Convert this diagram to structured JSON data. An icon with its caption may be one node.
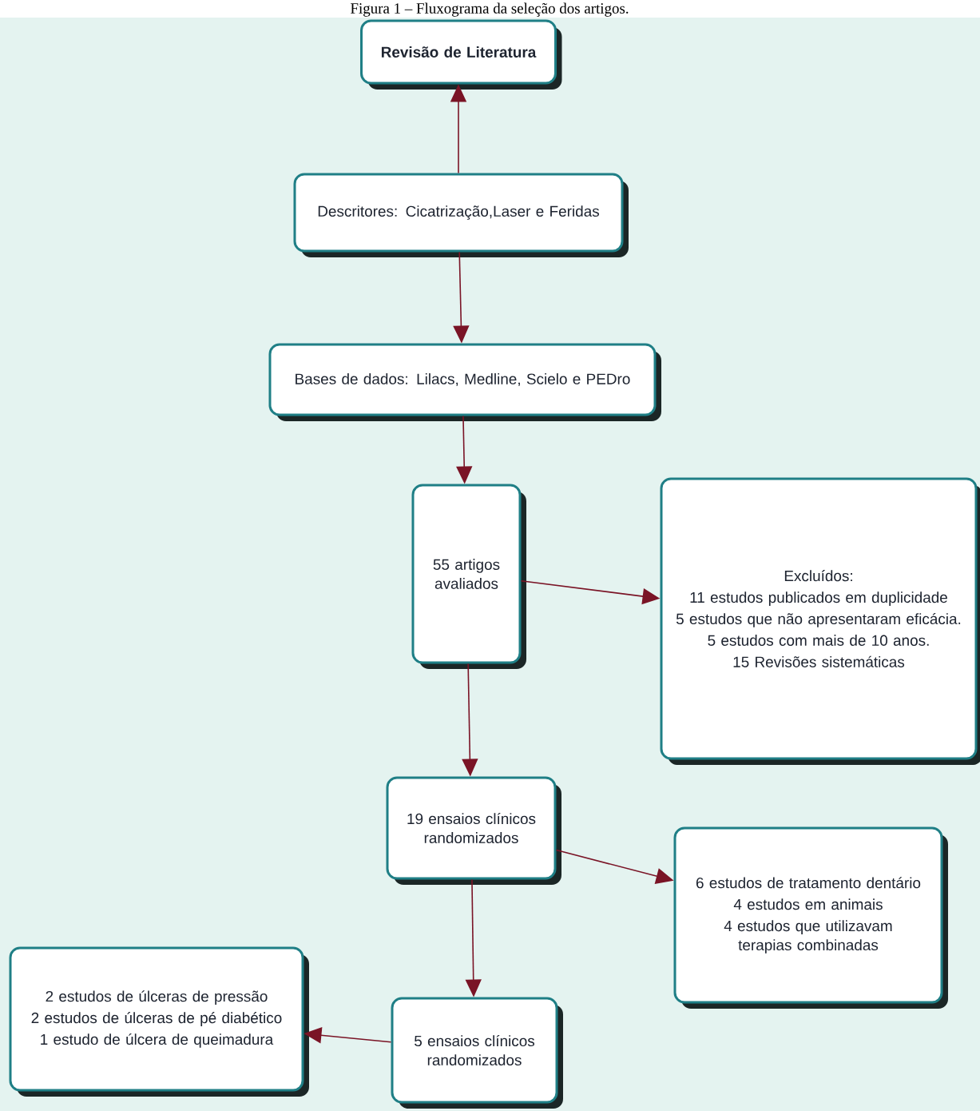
{
  "diagram": {
    "title": "Figura 1 – Fluxograma da seleção dos artigos.",
    "nodes": [
      {
        "text": [
          "Revisão de Literatura"
        ]
      },
      {
        "text": [
          "Descritores: Cicatrização,Laser e Feridas"
        ]
      },
      {
        "text": [
          "Bases de dados: Lilacs, Medline, Scielo e PEDro"
        ]
      },
      {
        "text": [
          "55 artigos avaliados"
        ]
      },
      {
        "text": [
          "Excluídos:",
          "11 estudos publicados em duplicidade",
          "5 estudos que não apresentaram eficácia.",
          "5 estudos com mais de 10 anos.",
          "15 Revisões sistemáticas"
        ]
      },
      {
        "text": [
          "19 ensaios clínicos randomizados"
        ]
      },
      {
        "text": [
          "6 estudos de tratamento dentário",
          "4 estudos em animais",
          "4 estudos que utilizavam terapias combinadas"
        ]
      },
      {
        "text": [
          "2 estudos de úlceras de pressão",
          "2 estudos de úlceras de pé diabético",
          "1 estudo de úlcera de queimadura"
        ]
      },
      {
        "text": [
          "5 ensaios clínicos randomizados"
        ]
      }
    ],
    "edges": [
      {
        "from": 1,
        "to": 0,
        "arrow": "to"
      },
      {
        "from": 1,
        "to": 2,
        "arrow": "to"
      },
      {
        "from": 2,
        "to": 3,
        "arrow": "to"
      },
      {
        "from": 3,
        "to": 4,
        "arrow": "to"
      },
      {
        "from": 3,
        "to": 5,
        "arrow": "to"
      },
      {
        "from": 5,
        "to": 6,
        "arrow": "to"
      },
      {
        "from": 5,
        "to": 8,
        "arrow": "to"
      },
      {
        "from": 8,
        "to": 7,
        "arrow": "to"
      }
    ]
  }
}
